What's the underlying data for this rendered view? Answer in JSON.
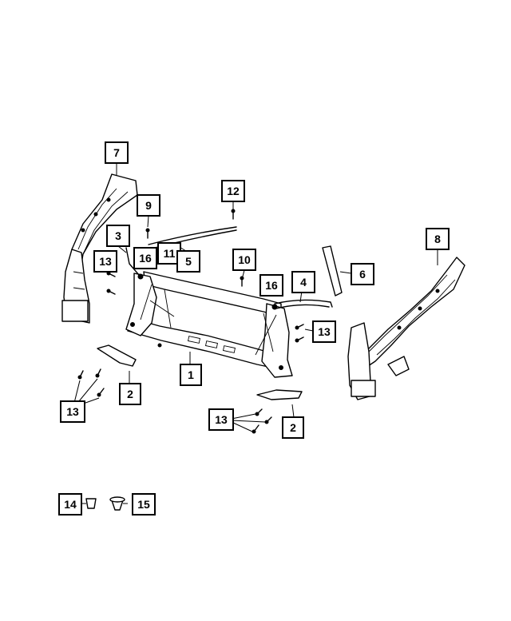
{
  "callouts": {
    "c1": "1",
    "c2a": "2",
    "c2b": "2",
    "c3": "3",
    "c4": "4",
    "c5": "5",
    "c6": "6",
    "c7": "7",
    "c8": "8",
    "c9": "9",
    "c10": "10",
    "c11": "11",
    "c12": "12",
    "c13a": "13",
    "c13b": "13",
    "c13c": "13",
    "c13d": "13",
    "c14": "14",
    "c15": "15",
    "c16a": "16",
    "c16b": "16"
  },
  "colors": {
    "line": "#000000",
    "background": "#ffffff"
  }
}
